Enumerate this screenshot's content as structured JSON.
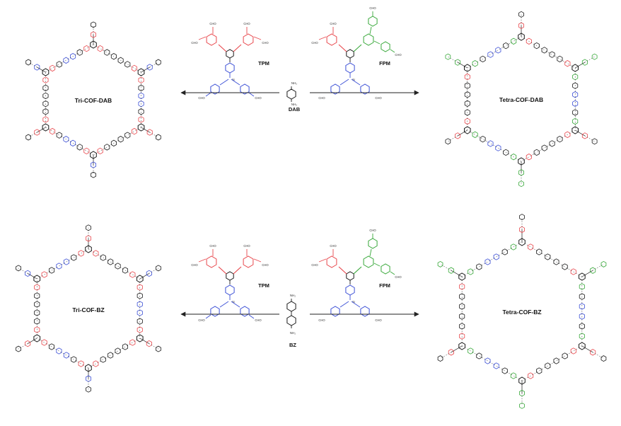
{
  "colors": {
    "tpm": "#e8474c",
    "fpm": "#38a83a",
    "amine_core": "#3b4fd6",
    "linker": "#1a1a1a"
  },
  "frameworks": {
    "tri_dab": "Tri-COF-DAB",
    "tetra_dab": "Tetra-COF-DAB",
    "tri_bz": "Tri-COF-BZ",
    "tetra_bz": "Tetra-COF-BZ"
  },
  "monomers": {
    "tpm": "TPM",
    "fpm": "FPM",
    "dab": "DAB",
    "bz": "BZ",
    "cho": "CHO",
    "nh2": "NH₂",
    "n": "N"
  }
}
